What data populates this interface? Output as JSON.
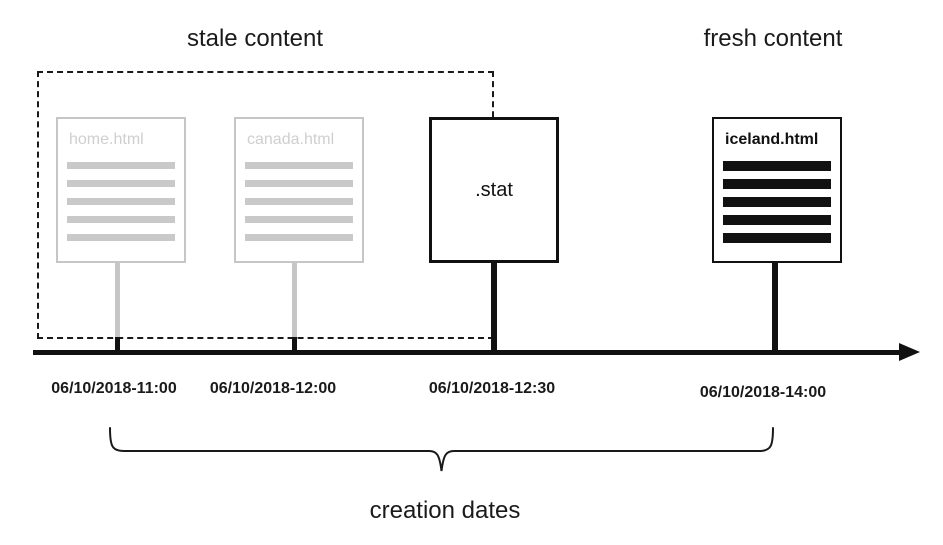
{
  "labels": {
    "stale_zone": "stale content",
    "fresh_zone": "fresh content",
    "creation": "creation dates"
  },
  "documents": [
    {
      "title": "home.html",
      "state": "stale"
    },
    {
      "title": "canada.html",
      "state": "stale"
    },
    {
      "title": ".stat",
      "state": "marker"
    },
    {
      "title": "iceland.html",
      "state": "fresh"
    }
  ],
  "timeline": {
    "dates": [
      "06/10/2018-11:00",
      "06/10/2018-12:00",
      "06/10/2018-12:30",
      "06/10/2018-14:00"
    ]
  },
  "colors": {
    "ink": "#111111",
    "stale_gray": "#c9c9c9"
  }
}
